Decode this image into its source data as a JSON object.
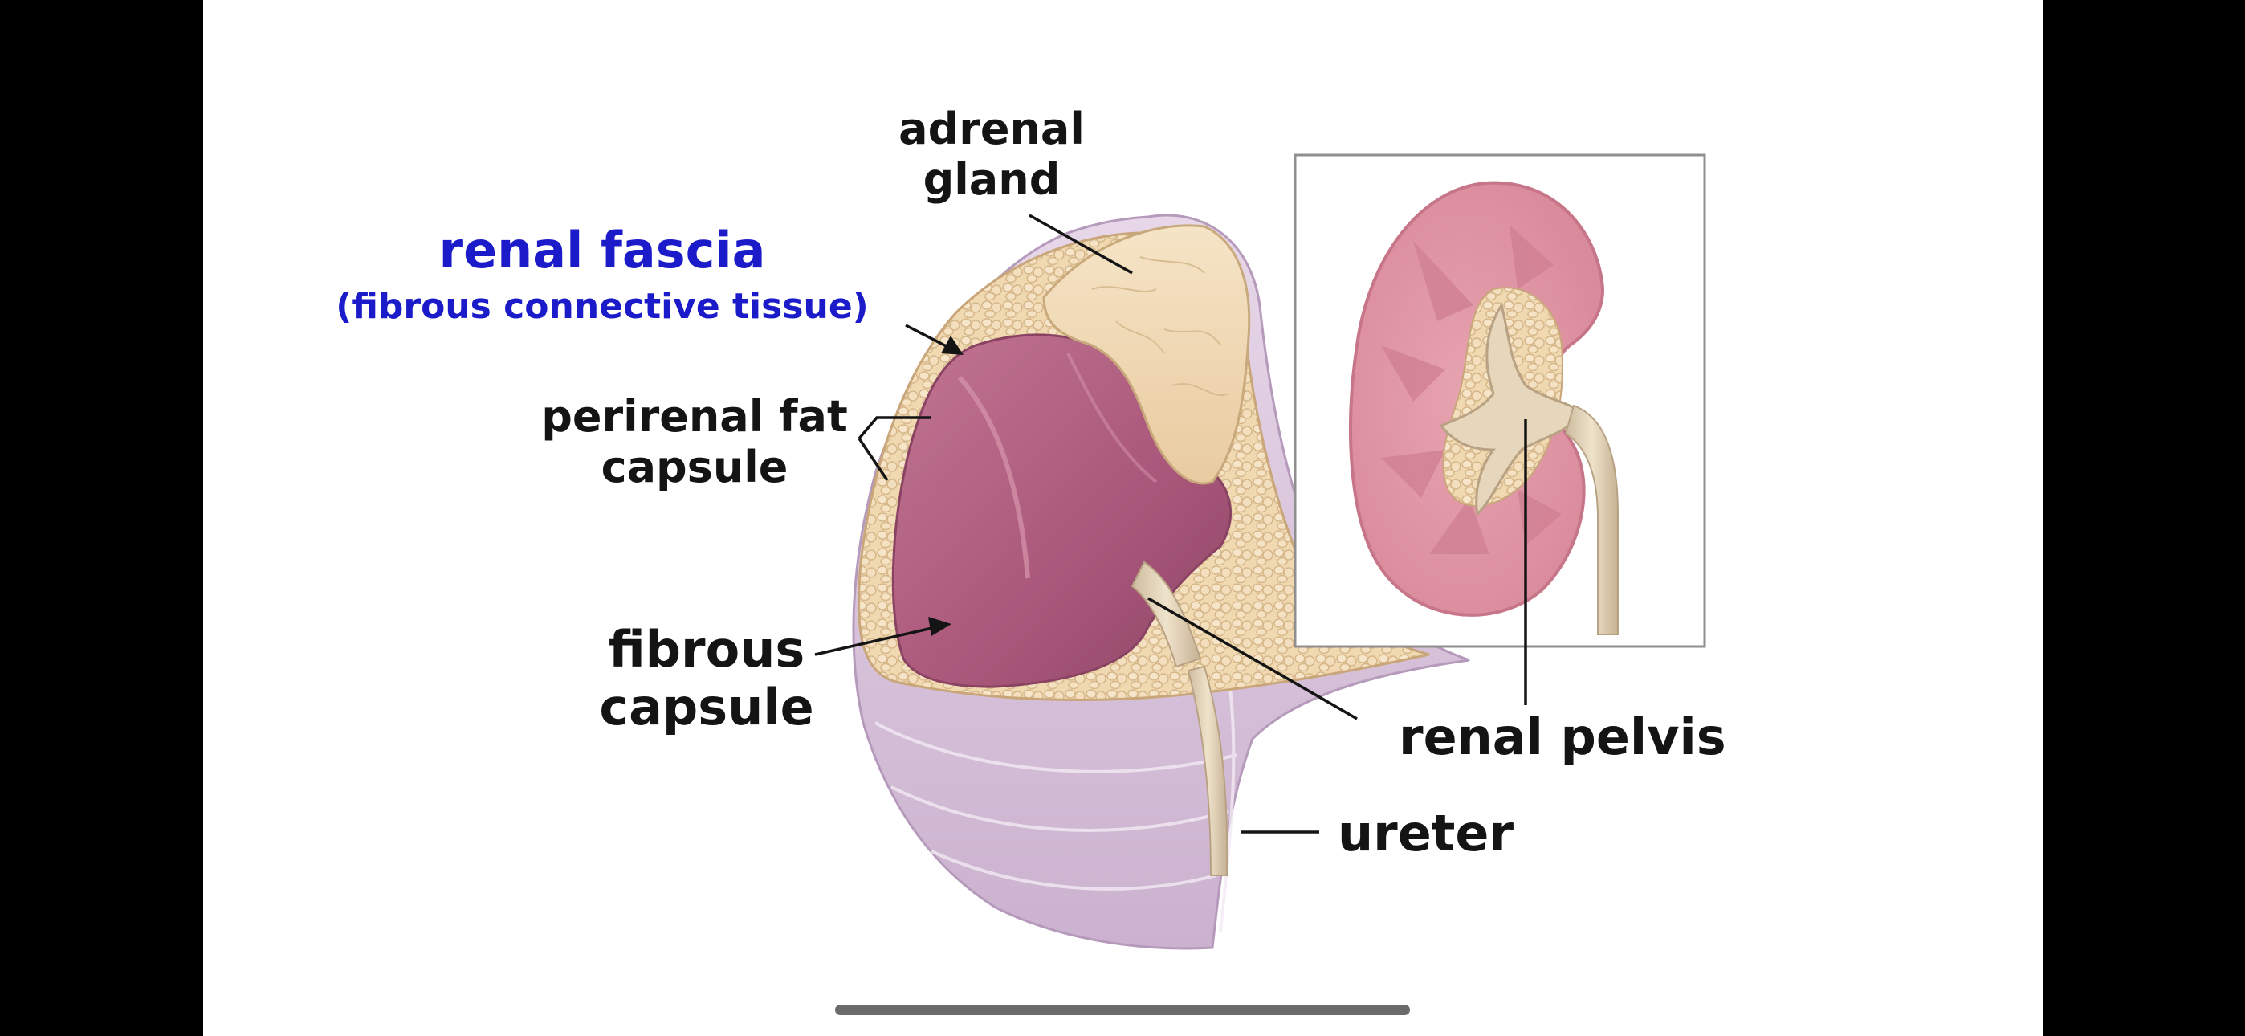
{
  "colors": {
    "letterbox": "#000000",
    "canvas": "#ffffff",
    "label_text": "#141414",
    "accent_blue": "#1b1bc9",
    "home_indicator": "#6b6b6b",
    "kidney_flesh": "#b0607e",
    "fat": "#f1d9b2",
    "fascia": "#d9c4dc",
    "cortex": "#e9a6b0"
  },
  "labels": {
    "adrenal_gland": "adrenal\ngland",
    "renal_fascia": "renal fascia",
    "renal_fascia_note": "(fibrous connective tissue)",
    "perirenal_fat_capsule": "perirenal fat\ncapsule",
    "fibrous_capsule": "fibrous\ncapsule",
    "renal_pelvis": "renal pelvis",
    "ureter": "ureter"
  },
  "icons": {
    "home_indicator": "home-indicator-bar"
  }
}
